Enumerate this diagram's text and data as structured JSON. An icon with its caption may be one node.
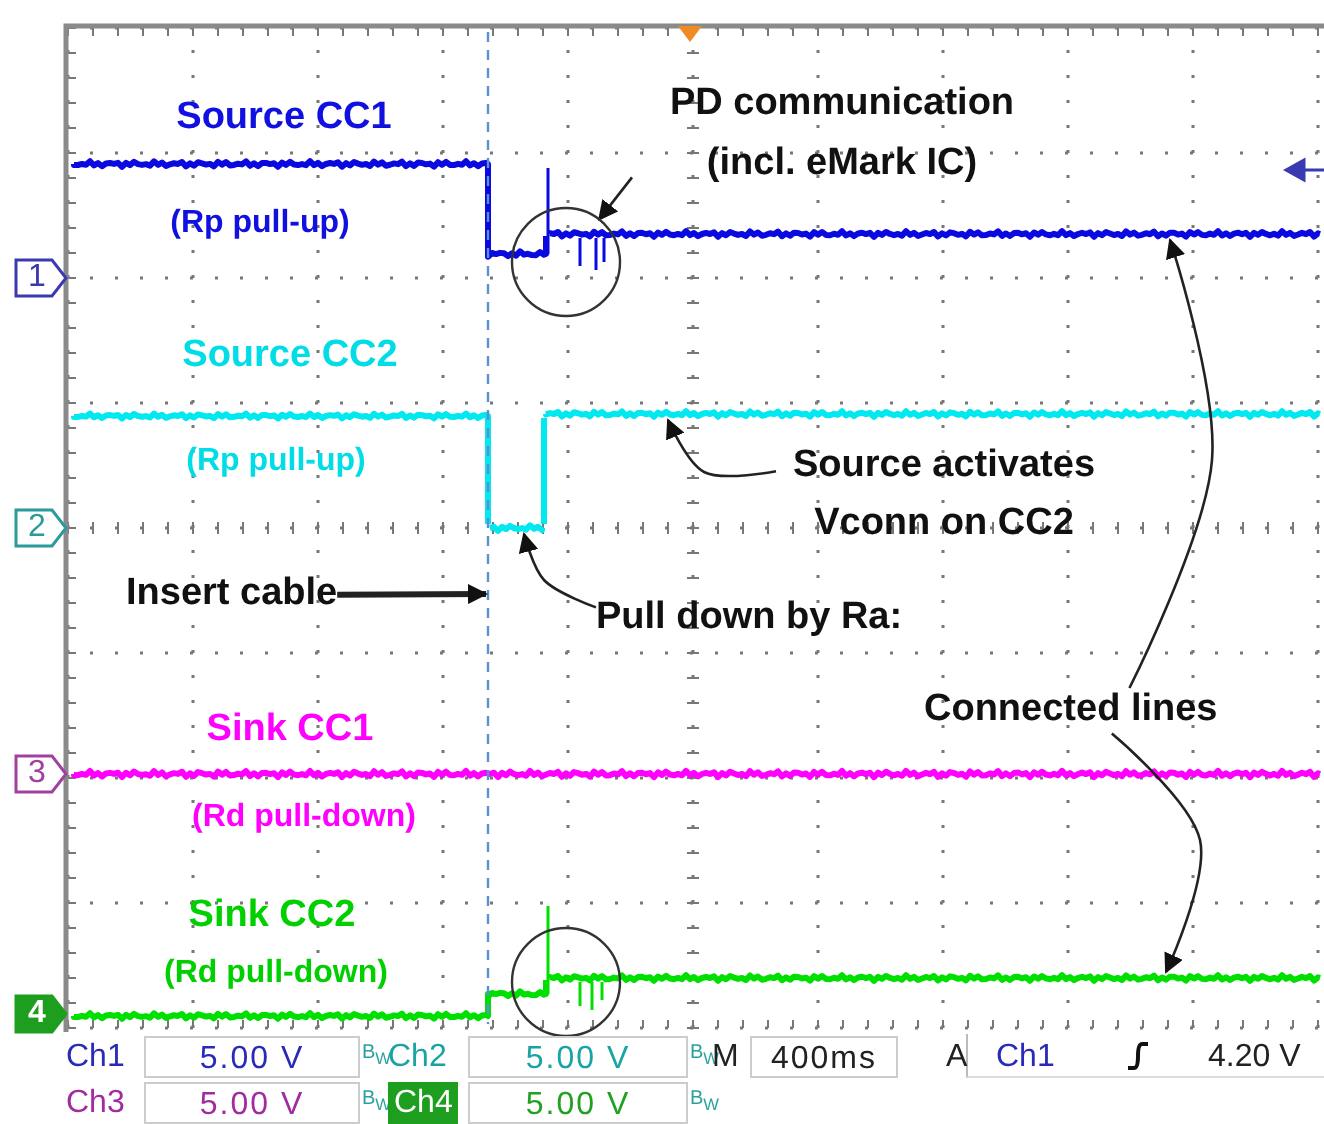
{
  "diagram": {
    "nodes": [
      {
        "text": [
          "PD communication (incl. eMark IC)"
        ]
      },
      {
        "text": [],
        "shape": "circle"
      },
      {
        "text": [],
        "shape": "line"
      },
      {
        "text": [],
        "shape": "line"
      },
      {
        "text": [
          "Source activates Vconn on CC2"
        ]
      },
      {
        "text": [],
        "shape": "line"
      },
      {
        "text": [
          "Insert cable"
        ]
      },
      {
        "text": [],
        "shape": "line"
      },
      {
        "text": [
          "Pull down by Ra:"
        ]
      },
      {
        "text": [
          "Connected lines"
        ]
      },
      {
        "text": [],
        "shape": "line"
      },
      {
        "text": [],
        "shape": "circle"
      }
    ],
    "edges": [
      {
        "from": 0,
        "to": 1,
        "arrow": "to"
      },
      {
        "from": 4,
        "to": 3,
        "arrow": "to"
      },
      {
        "from": 6,
        "to": 7,
        "arrow": "to",
        "style": "thick"
      },
      {
        "from": 8,
        "to": 5,
        "arrow": "to"
      },
      {
        "from": 9,
        "to": 2,
        "arrow": "to"
      },
      {
        "from": 9,
        "to": 10,
        "arrow": "to"
      }
    ],
    "labels": [
      "Source CC1",
      "(Rp pull-up)",
      "1",
      "Source CC2",
      "(Rp pull-up)",
      "2",
      "Sink CC1",
      "3",
      "(Rd pull-down)",
      "Sink CC2",
      "(Rd pull-down)",
      "4",
      "Ch1",
      "5.00 V",
      "B$_{W}$",
      "Ch2",
      "5.00 V",
      "B$_{W}$",
      "M",
      "400ms",
      "A",
      "Ch1",
      "4.20 V",
      "Ch3",
      "5.00 V",
      "B$_{W}$",
      "Ch4",
      "5.00 V",
      "B$_{W}$"
    ]
  }
}
